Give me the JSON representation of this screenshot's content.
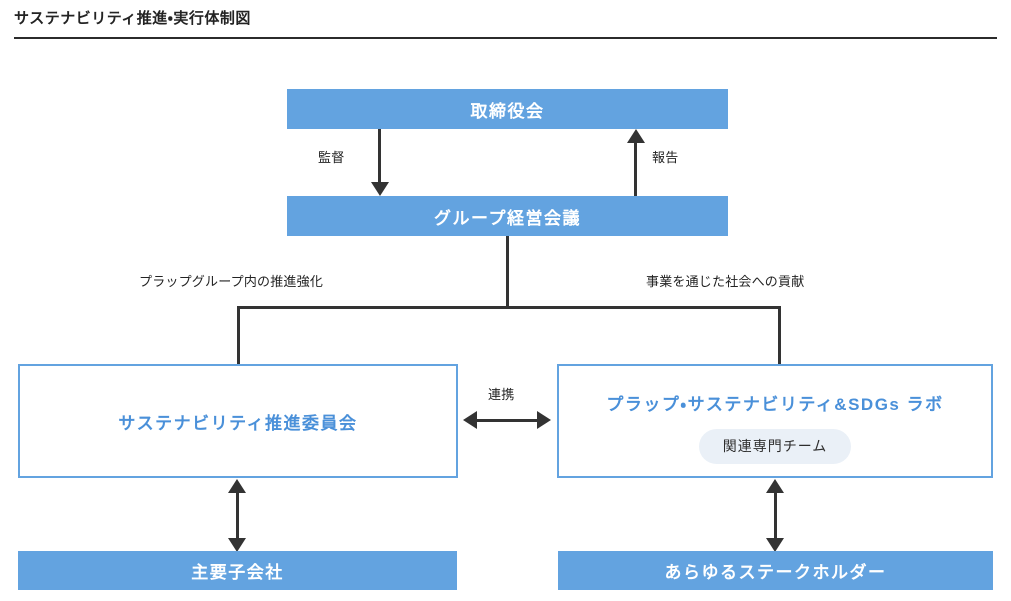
{
  "page": {
    "title": "サステナビリティ推進・実行体制図"
  },
  "colors": {
    "node_fill": "#63a3e0",
    "node_border": "#63a3e0",
    "node_outline_text": "#4a90d9",
    "pill_bg": "#eaf0f7",
    "connector": "#333333",
    "text": "#232323"
  },
  "chart_data": {
    "type": "diagram",
    "title": "サステナビリティ推進・実行体制図",
    "nodes": [
      {
        "id": "board",
        "label": "取締役会",
        "style": "filled",
        "level": 1
      },
      {
        "id": "group_mgmt",
        "label": "グループ経営会議",
        "style": "filled",
        "level": 2
      },
      {
        "id": "committee",
        "label": "サステナビリティ推進委員会",
        "style": "outline",
        "level": 3
      },
      {
        "id": "lab",
        "label": "プラップ・サステナビリティ&SDGs ラボ",
        "style": "outline",
        "level": 3,
        "sub_label": "関連専門チーム"
      },
      {
        "id": "subsidiary",
        "label": "主要子会社",
        "style": "filled",
        "level": 4
      },
      {
        "id": "stakeholder",
        "label": "あらゆるステークホルダー",
        "style": "filled",
        "level": 4
      }
    ],
    "edges": [
      {
        "from": "board",
        "to": "group_mgmt",
        "label": "監督",
        "direction": "down"
      },
      {
        "from": "group_mgmt",
        "to": "board",
        "label": "報告",
        "direction": "up"
      },
      {
        "from": "group_mgmt",
        "to": "committee",
        "label": "プラップグループ内の推進強化",
        "direction": "branch"
      },
      {
        "from": "group_mgmt",
        "to": "lab",
        "label": "事業を通じた社会への貢献",
        "direction": "branch"
      },
      {
        "from": "committee",
        "to": "lab",
        "label": "連携",
        "direction": "both"
      },
      {
        "from": "committee",
        "to": "subsidiary",
        "label": "",
        "direction": "both"
      },
      {
        "from": "lab",
        "to": "stakeholder",
        "label": "",
        "direction": "both"
      }
    ]
  },
  "nodes": {
    "board": {
      "label": "取締役会"
    },
    "group_mgmt": {
      "label": "グループ経営会議"
    },
    "committee": {
      "label": "サステナビリティ推進委員会"
    },
    "lab": {
      "label": "プラップ・サステナビリティ&SDGs ラボ",
      "pill": "関連専門チーム"
    },
    "subsidiary": {
      "label": "主要子会社"
    },
    "stakeholder": {
      "label": "あらゆるステークホルダー"
    }
  },
  "labels": {
    "supervise": "監督",
    "report": "報告",
    "branch_left": "プラップグループ内の推進強化",
    "branch_right": "事業を通じた社会への貢献",
    "renkei": "連携"
  }
}
